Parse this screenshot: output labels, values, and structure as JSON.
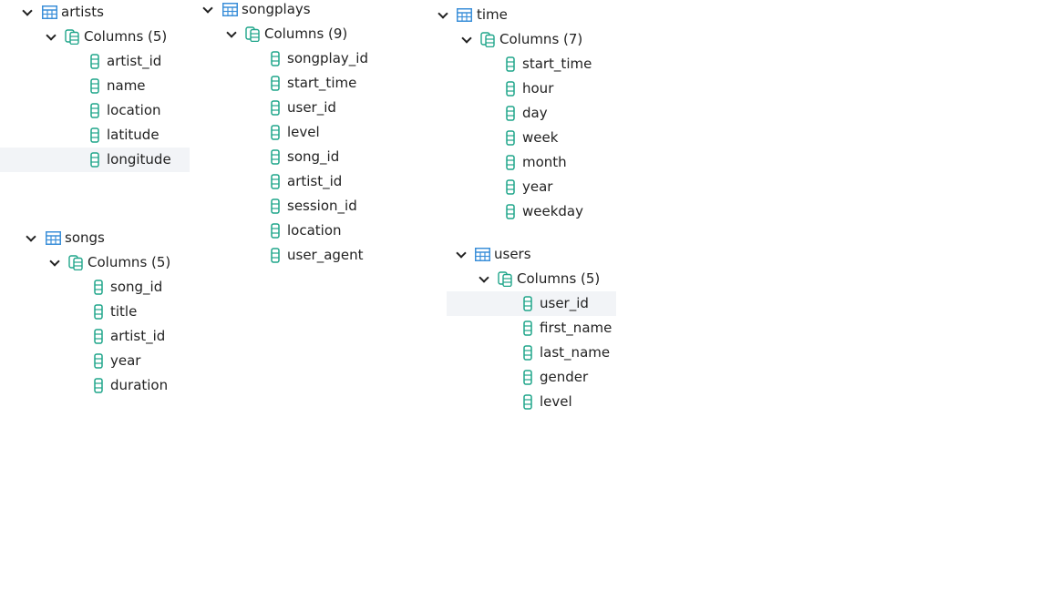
{
  "accent": "#1fa58a",
  "table_icon_color": "#3b8fd9",
  "tables": {
    "artists": {
      "name": "artists",
      "columns_label": "Columns (5)",
      "columns": [
        "artist_id",
        "name",
        "location",
        "latitude",
        "longitude"
      ],
      "selected": "longitude"
    },
    "songs": {
      "name": "songs",
      "columns_label": "Columns (5)",
      "columns": [
        "song_id",
        "title",
        "artist_id",
        "year",
        "duration"
      ]
    },
    "songplays": {
      "name": "songplays",
      "columns_label": "Columns (9)",
      "columns": [
        "songplay_id",
        "start_time",
        "user_id",
        "level",
        "song_id",
        "artist_id",
        "session_id",
        "location",
        "user_agent"
      ]
    },
    "time": {
      "name": "time",
      "columns_label": "Columns (7)",
      "columns": [
        "start_time",
        "hour",
        "day",
        "week",
        "month",
        "year",
        "weekday"
      ]
    },
    "users": {
      "name": "users",
      "columns_label": "Columns (5)",
      "columns": [
        "user_id",
        "first_name",
        "last_name",
        "gender",
        "level"
      ],
      "selected": "user_id"
    }
  }
}
